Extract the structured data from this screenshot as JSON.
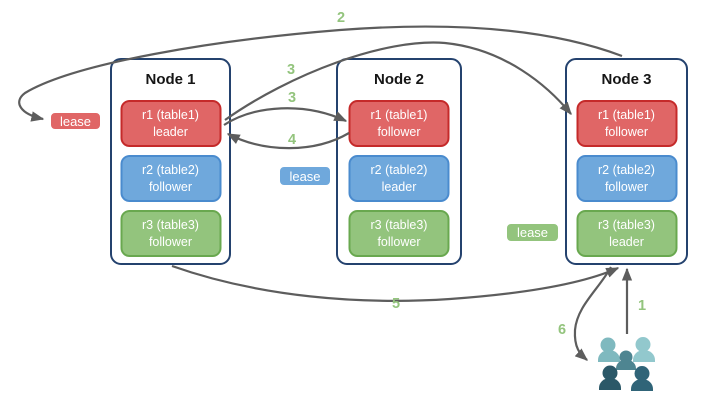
{
  "nodes": [
    {
      "title": "Node 1",
      "replicas": [
        {
          "name": "r1 (table1)",
          "role": "leader",
          "color": "#e06666"
        },
        {
          "name": "r2 (table2)",
          "role": "follower",
          "color": "#6fa8dc"
        },
        {
          "name": "r3 (table3)",
          "role": "follower",
          "color": "#93c47d"
        }
      ]
    },
    {
      "title": "Node 2",
      "replicas": [
        {
          "name": "r1 (table1)",
          "role": "follower",
          "color": "#e06666"
        },
        {
          "name": "r2 (table2)",
          "role": "leader",
          "color": "#6fa8dc"
        },
        {
          "name": "r3 (table3)",
          "role": "follower",
          "color": "#93c47d"
        }
      ]
    },
    {
      "title": "Node 3",
      "replicas": [
        {
          "name": "r1 (table1)",
          "role": "follower",
          "color": "#e06666"
        },
        {
          "name": "r2 (table2)",
          "role": "follower",
          "color": "#6fa8dc"
        },
        {
          "name": "r3 (table3)",
          "role": "leader",
          "color": "#93c47d"
        }
      ]
    }
  ],
  "leases": [
    {
      "label": "lease",
      "color": "#e06666"
    },
    {
      "label": "lease",
      "color": "#6fa8dc"
    },
    {
      "label": "lease",
      "color": "#93c47d"
    }
  ],
  "arrow_labels": [
    {
      "text": "1"
    },
    {
      "text": "2"
    },
    {
      "text": "3"
    },
    {
      "text": "3"
    },
    {
      "text": "4"
    },
    {
      "text": "5"
    },
    {
      "text": "6"
    }
  ],
  "icons": [
    {
      "name": "users-group-icon"
    }
  ],
  "colors": {
    "node_border": "#24426e",
    "arrow": "#5d5d5d",
    "label_green": "#93c47d",
    "red_fill": "#e06666",
    "red_border": "#c52a2a",
    "blue_fill": "#6fa8dc",
    "blue_border": "#4a8bce",
    "green_fill": "#93c47d",
    "green_border": "#69a84f",
    "users_light": "#7fb9bf",
    "users_light2": "#92c8cd",
    "users_mid": "#4e8591",
    "users_dark_left": "#2b5868",
    "users_dark_right": "#306478"
  }
}
